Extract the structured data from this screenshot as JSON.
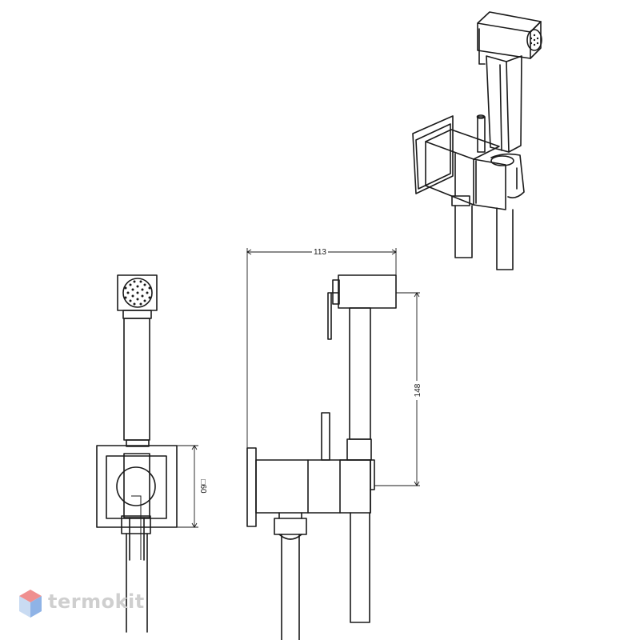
{
  "dimensions": {
    "width": "113",
    "height": "148",
    "plate": "□60"
  },
  "watermark": {
    "brand": "termokit",
    "colors": {
      "top": "#ef8f8f",
      "left": "#c9dbf2",
      "right": "#8fb3e6",
      "text": "#cfcfcf"
    }
  }
}
